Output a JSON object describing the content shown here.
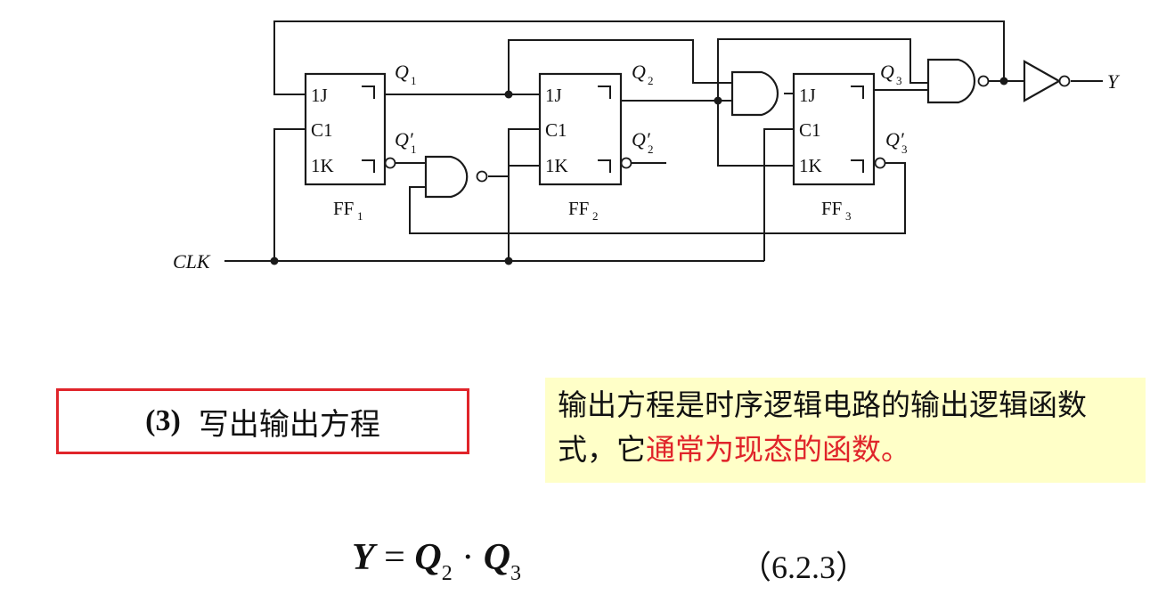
{
  "diagram": {
    "flip_flops": [
      {
        "id": "FF1",
        "name": "FF",
        "sub": "1",
        "pins": {
          "j": "1J",
          "c": "C1",
          "k": "1K"
        },
        "q": "Q",
        "q_sub": "1",
        "qn": "Q′",
        "qn_sub": "1"
      },
      {
        "id": "FF2",
        "name": "FF",
        "sub": "2",
        "pins": {
          "j": "1J",
          "c": "C1",
          "k": "1K"
        },
        "q": "Q",
        "q_sub": "2",
        "qn": "Q′",
        "qn_sub": "2"
      },
      {
        "id": "FF3",
        "name": "FF",
        "sub": "3",
        "pins": {
          "j": "1J",
          "c": "C1",
          "k": "1K"
        },
        "q": "Q",
        "q_sub": "3",
        "qn": "Q′",
        "qn_sub": "3"
      }
    ],
    "clock_label": "CLK",
    "output_label": "Y"
  },
  "step": {
    "number": "(3)",
    "title": "写出输出方程"
  },
  "note": {
    "text_plain": "输出方程是时序逻辑电路的输出逻辑函数式，它",
    "text_highlight": "通常为现态的函数。",
    "highlight_color": "#e0242a",
    "background": "#ffffc8"
  },
  "equation": {
    "lhs": "Y",
    "op": "=",
    "t1": "Q",
    "t1_sub": "2",
    "dot": "·",
    "t2": "Q",
    "t2_sub": "3",
    "number": "（6.2.3）"
  },
  "colors": {
    "accent": "#e0242a",
    "ink": "#111111"
  }
}
